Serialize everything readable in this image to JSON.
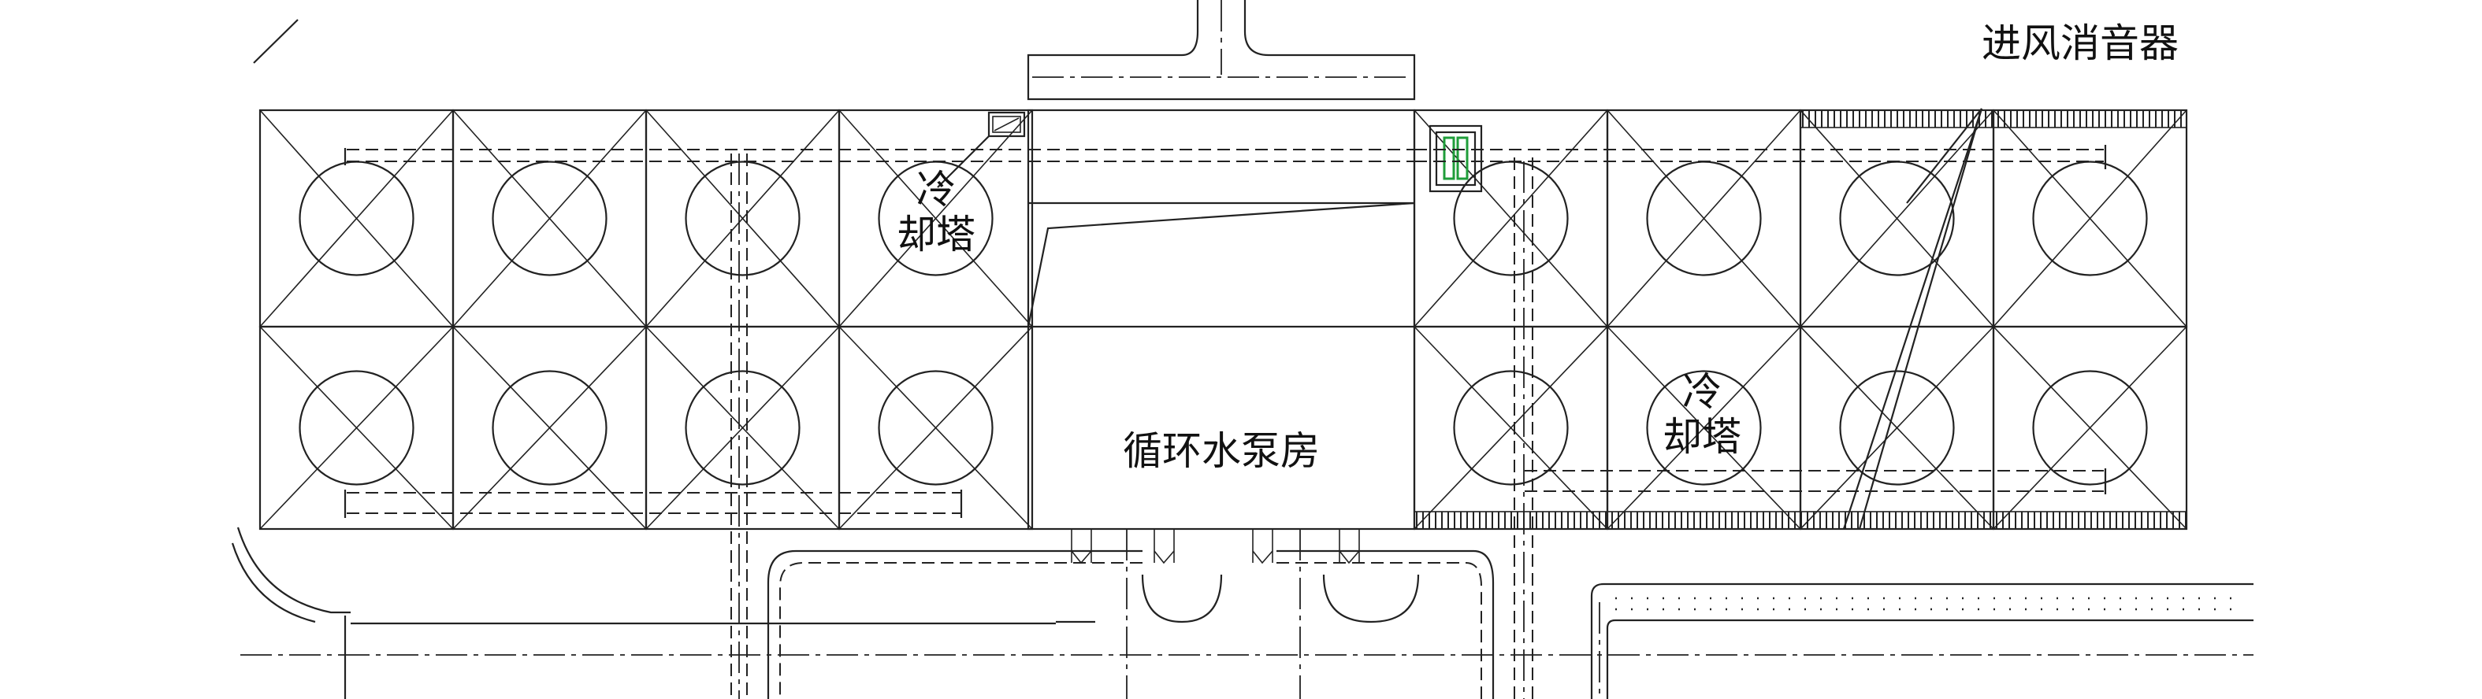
{
  "labels": {
    "pump_house": "循环水泵房",
    "cooling_tower": "冷\n却塔",
    "silencer": "进风消音器"
  },
  "colors": {
    "line": "#222222",
    "marker_green": "#1f9d3a",
    "background": "#ffffff"
  }
}
